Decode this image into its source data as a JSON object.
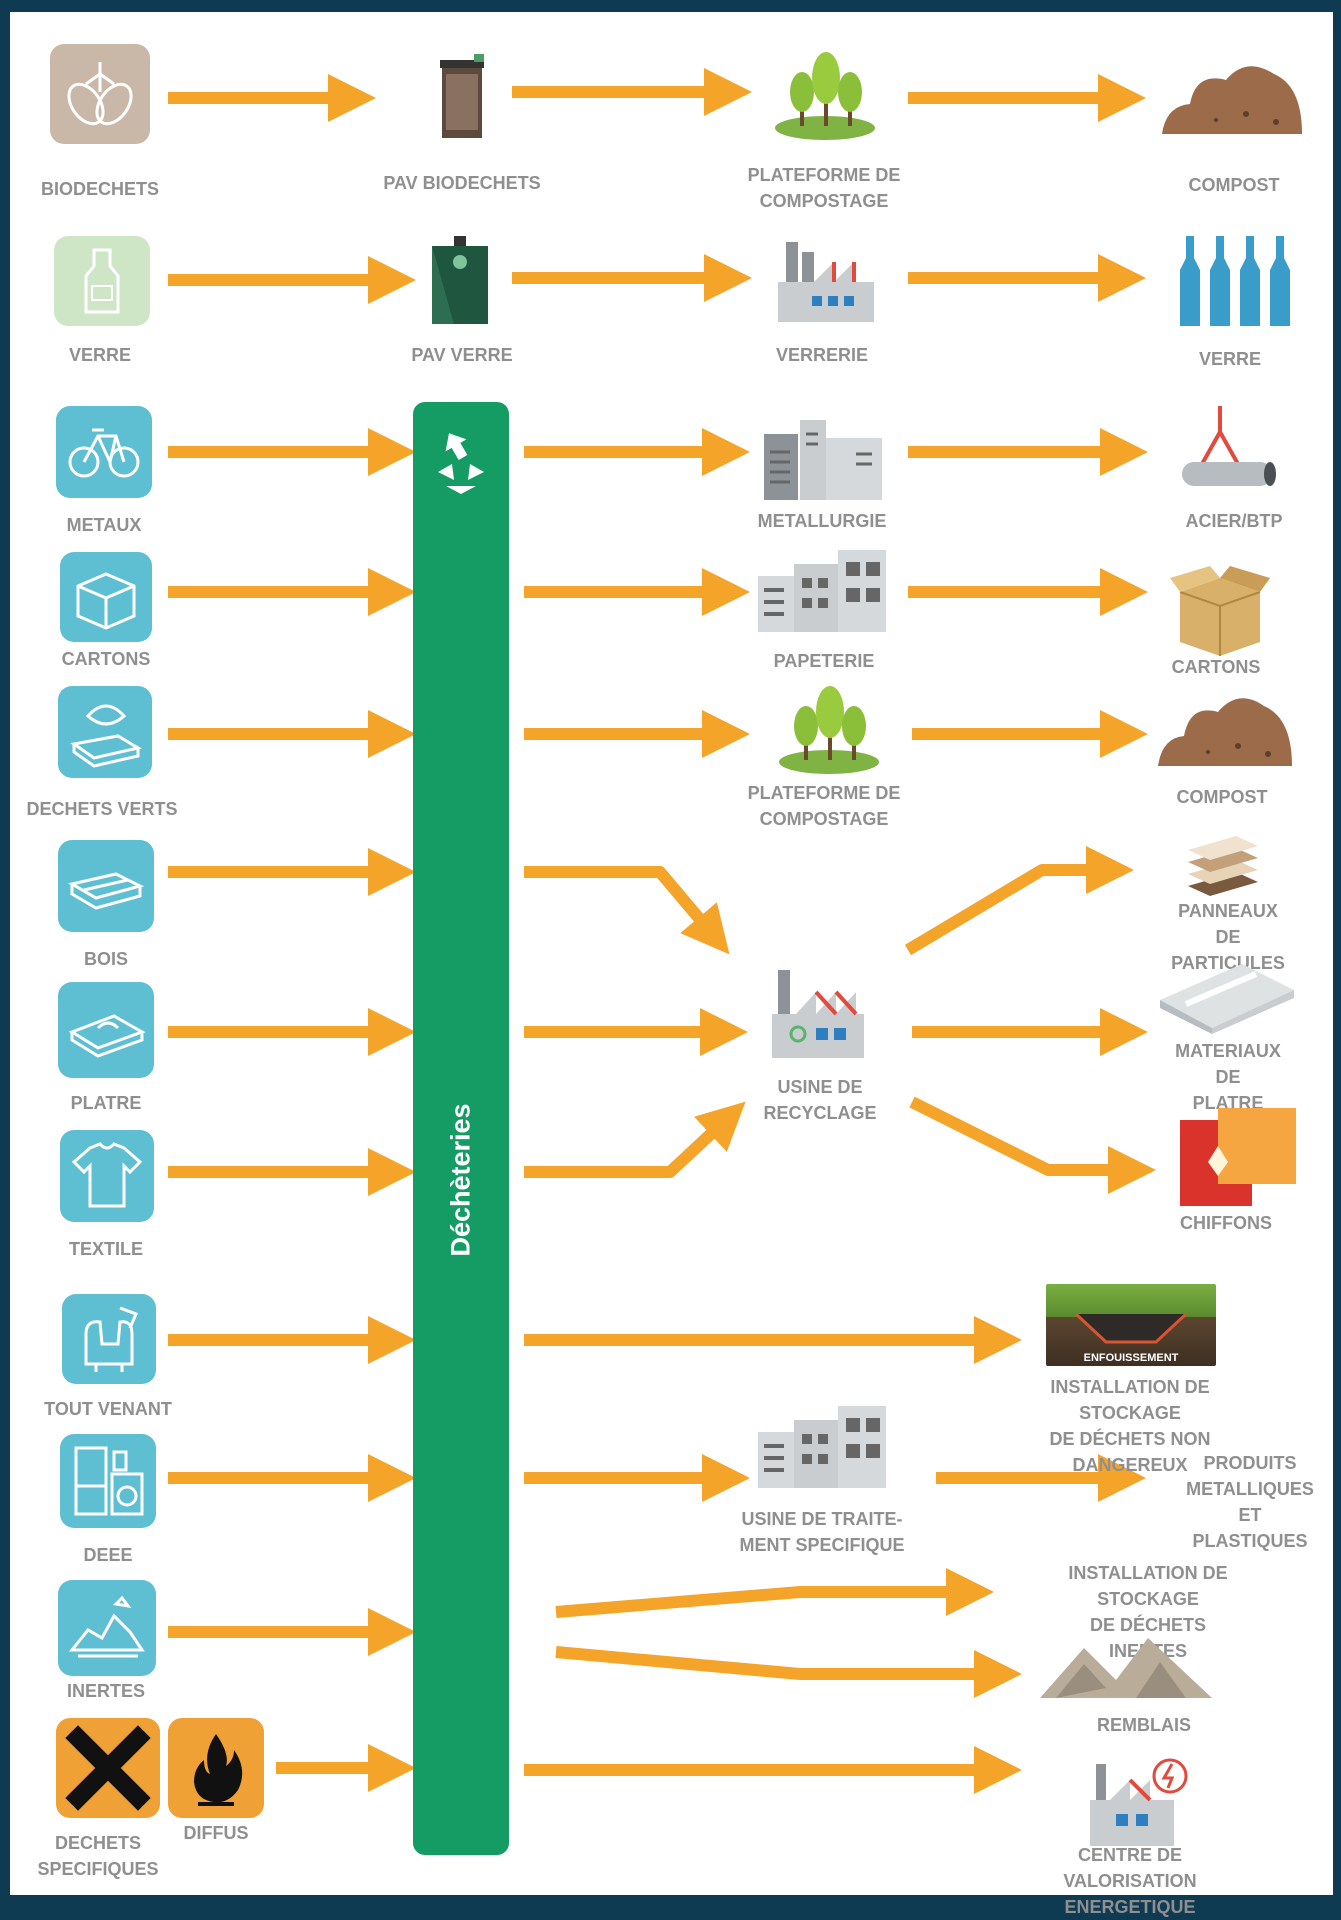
{
  "sources": {
    "biodechets": "BIODECHETS",
    "verre": "VERRE",
    "metaux": "METAUX",
    "cartons": "CARTONS",
    "dechets_verts": "DECHETS VERTS",
    "bois": "BOIS",
    "platre": "PLATRE",
    "textile": "TEXTILE",
    "tout_venant": "TOUT VENANT",
    "deee": "DEEE",
    "inertes": "INERTES",
    "dechets_specifiques": "DECHETS\nSPECIFIQUES",
    "diffus": "DIFFUS"
  },
  "collection": {
    "pav_biodechets": "PAV BIODECHETS",
    "pav_verre": "PAV VERRE",
    "decheteries": "Déchèteries"
  },
  "treatment": {
    "plateforme_compostage_1": "PLATEFORME DE\nCOMPOSTAGE",
    "verrerie": "VERRERIE",
    "metallurgie": "METALLURGIE",
    "papeterie": "PAPETERIE",
    "plateforme_compostage_2": "PLATEFORME DE\nCOMPOSTAGE",
    "usine_recyclage": "USINE DE\nRECYCLAGE",
    "installation_stockage_non_dangereux": "INSTALLATION DE STOCKAGE\nDE DÉCHETS NON DANGEREUX",
    "enfouissement": "ENFOUISSEMENT",
    "usine_traitement_specifique": "USINE DE TRAITE-\nMENT SPECIFIQUE",
    "installation_stockage_inertes": "INSTALLATION DE STOCKAGE\nDE DÉCHETS INERTES",
    "centre_valorisation": "CENTRE DE VALORISATION\nENERGETIQUE"
  },
  "products": {
    "compost_1": "COMPOST",
    "verre": "VERRE",
    "acier_btp": "ACIER/BTP",
    "cartons": "CARTONS",
    "compost_2": "COMPOST",
    "panneaux": "PANNEAUX DE\nPARTICULES",
    "materiaux_platre": "MATERIAUX DE\nPLATRE",
    "chiffons": "CHIFFONS",
    "produits_metalliques": "PRODUITS\nMETALLIQUES ET\nPLASTIQUES",
    "remblais": "REMBLAIS"
  },
  "colors": {
    "background": "#0e3a52",
    "arrow": "#f5a42a",
    "decheteries_bar": "#159c65",
    "label": "#8f8f8f",
    "source_tile": "#5ebfd3"
  }
}
